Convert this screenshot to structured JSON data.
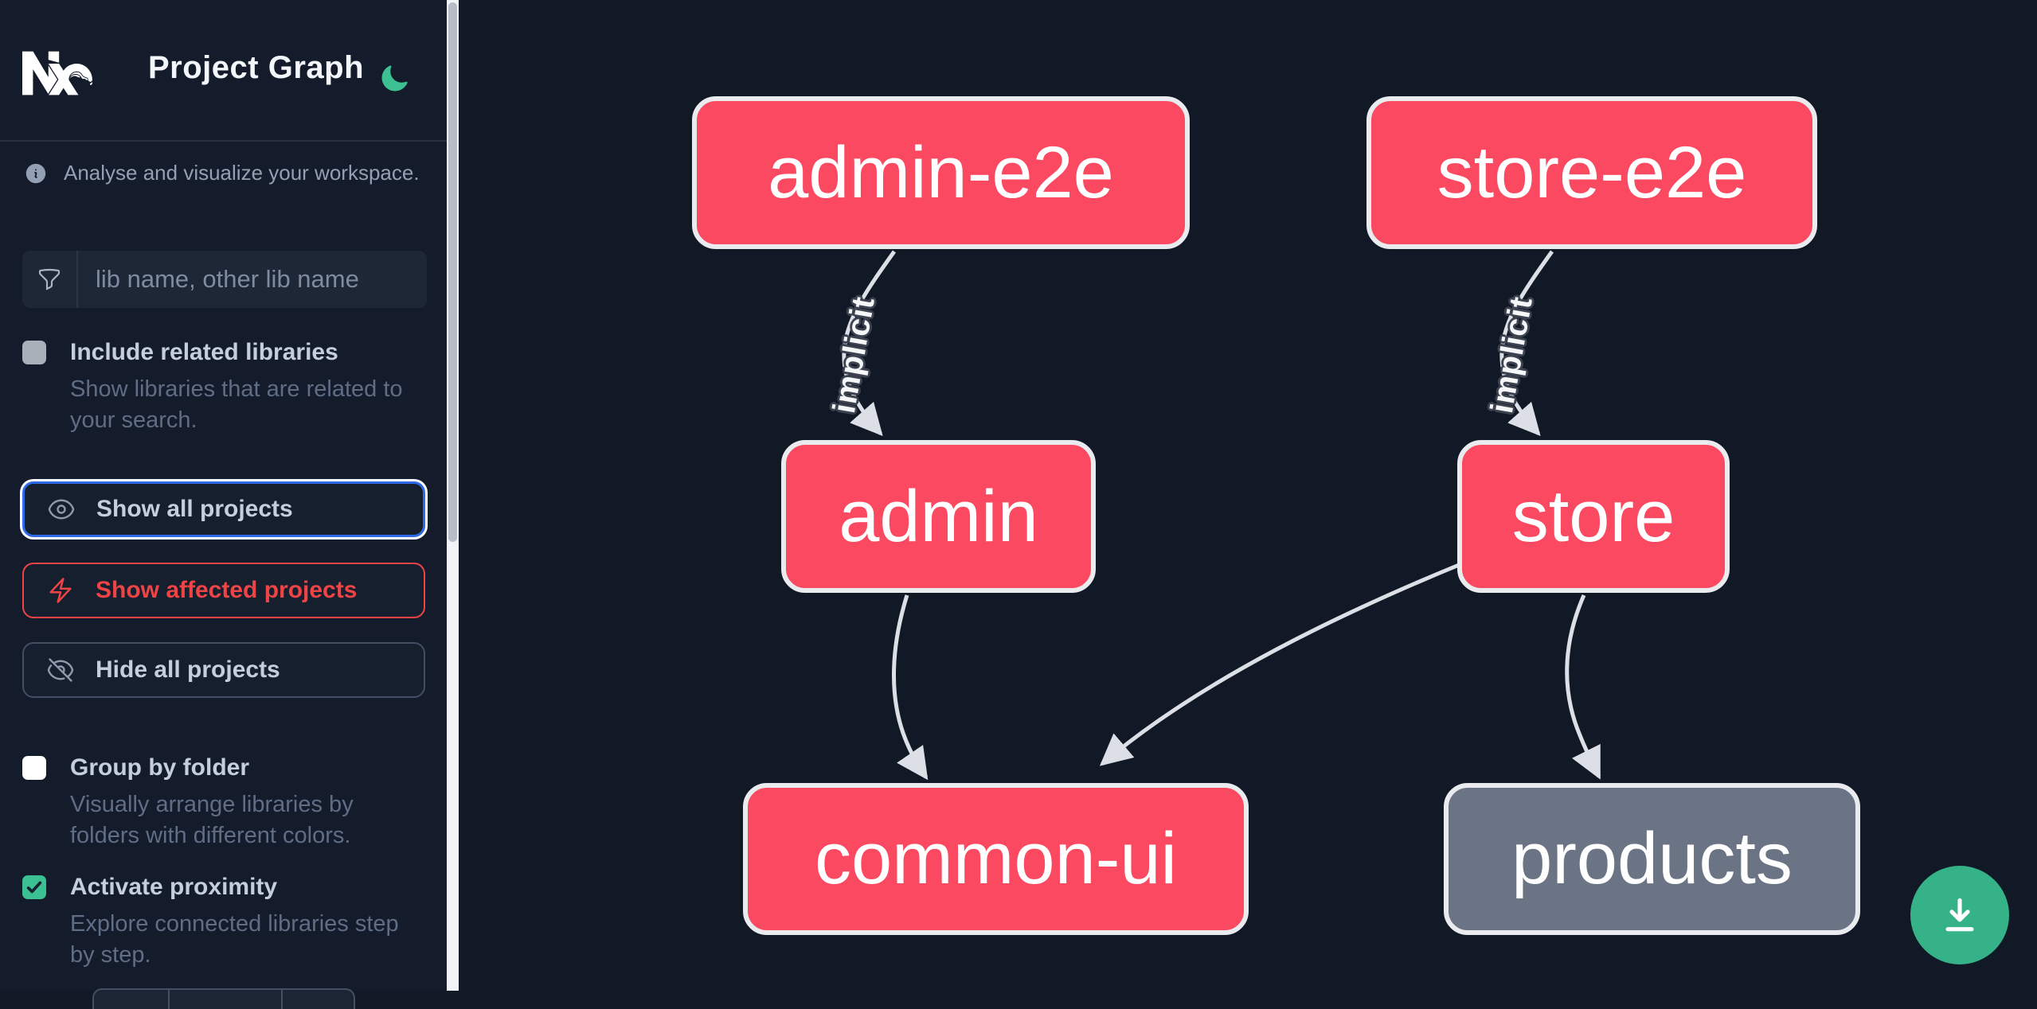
{
  "app": {
    "title": "Project Graph",
    "tagline": "Analyse and visualize your workspace."
  },
  "sidebar": {
    "search": {
      "placeholder": "lib name, other lib name",
      "value": ""
    },
    "toggles": [
      {
        "label": "Include related libraries",
        "description": "Show libraries that are related to your search.",
        "checked": false
      },
      {
        "label": "Group by folder",
        "description": "Visually arrange libraries by folders with different colors.",
        "checked": false
      },
      {
        "label": "Activate proximity",
        "description": "Explore connected libraries step by step.",
        "checked": true
      }
    ],
    "buttons": [
      {
        "label": "Show all projects",
        "icon": "eye-icon",
        "state": "focused"
      },
      {
        "label": "Show affected projects",
        "icon": "bolt-icon",
        "state": "normal"
      },
      {
        "label": "Hide all projects",
        "icon": "eye-slash-icon",
        "state": "normal"
      }
    ]
  },
  "graph": {
    "nodes": [
      {
        "id": "admin-e2e",
        "label": "admin-e2e",
        "color": "#fa4961"
      },
      {
        "id": "store-e2e",
        "label": "store-e2e",
        "color": "#fa4961"
      },
      {
        "id": "admin",
        "label": "admin",
        "color": "#fa4961"
      },
      {
        "id": "store",
        "label": "store",
        "color": "#fa4961"
      },
      {
        "id": "common-ui",
        "label": "common-ui",
        "color": "#fa4961"
      },
      {
        "id": "products",
        "label": "products",
        "color": "#6b7484"
      }
    ],
    "edges": [
      {
        "from": "admin-e2e",
        "to": "admin",
        "label": "implicit"
      },
      {
        "from": "store-e2e",
        "to": "store",
        "label": "implicit"
      },
      {
        "from": "admin",
        "to": "common-ui",
        "label": ""
      },
      {
        "from": "store",
        "to": "common-ui",
        "label": ""
      },
      {
        "from": "store",
        "to": "products",
        "label": ""
      }
    ]
  },
  "colors": {
    "sidebar_bg": "#141c2b",
    "canvas_bg": "#111826",
    "node_pink": "#fa4961",
    "node_gray": "#6b7484",
    "node_border": "#e9ebef",
    "edge": "#dcdfe5",
    "accent_blue": "#2f6be8",
    "accent_red": "#ee4446",
    "accent_green": "#3cbf92",
    "fab_green": "#35b287"
  }
}
